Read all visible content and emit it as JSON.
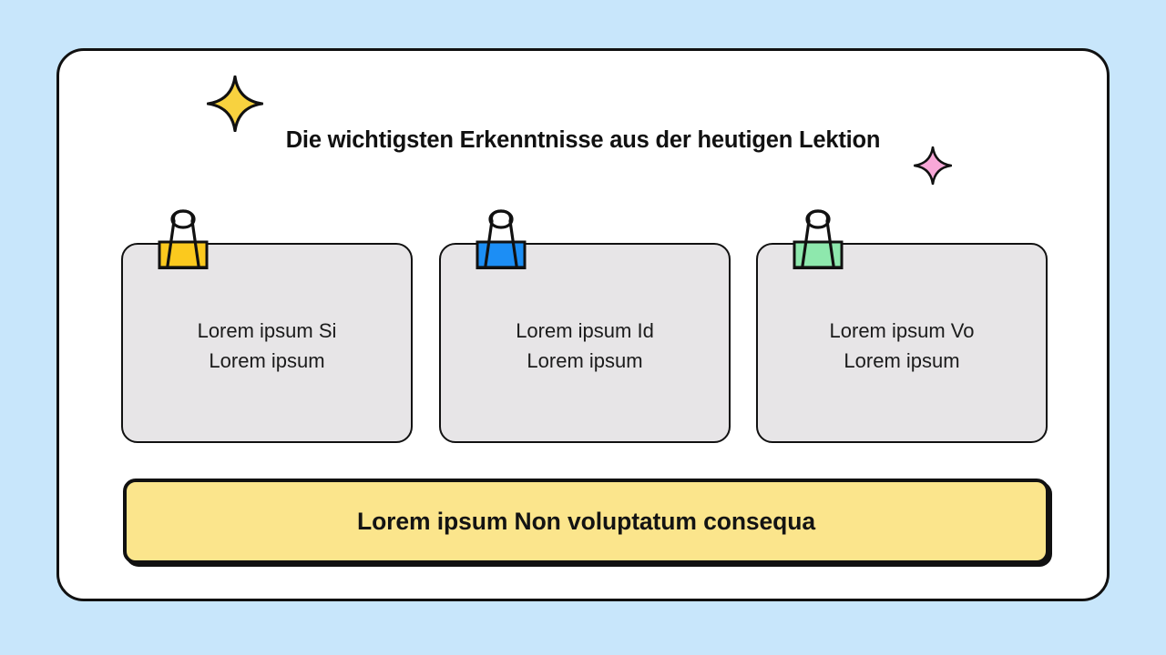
{
  "page": {
    "background_color": "#c8e6fb",
    "panel_color": "#ffffff",
    "outline_color": "#111111"
  },
  "slide": {
    "title": "Die wichtigsten Erkenntnisse aus der heutigen Lektion"
  },
  "decorations": [
    {
      "name": "sparkle-yellow",
      "color": "#f8d23f",
      "points": 4
    },
    {
      "name": "sparkle-pink",
      "color": "#f8a8d8",
      "points": 4
    }
  ],
  "cards": [
    {
      "clip_color": "#fbc91e",
      "clip_name": "binder-clip-yellow",
      "text": "Lorem ipsum Si\nLorem ipsum",
      "fill": "#e7e5e7"
    },
    {
      "clip_color": "#1c8ef5",
      "clip_name": "binder-clip-blue",
      "text": "Lorem ipsum Id\nLorem ipsum",
      "fill": "#e7e5e7"
    },
    {
      "clip_color": "#8ee8ad",
      "clip_name": "binder-clip-green",
      "text": "Lorem ipsum Vo\nLorem ipsum",
      "fill": "#e7e5e7"
    }
  ],
  "banner": {
    "text": "Lorem ipsum Non voluptatum consequa",
    "fill": "#fbe58c",
    "border": "#111111"
  }
}
